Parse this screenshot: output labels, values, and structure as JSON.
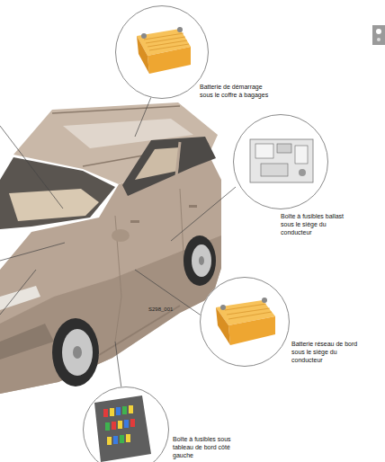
{
  "diagram": {
    "nodes": [
      {
        "text": [
          "Batterie de démarrage sous le coffre à bagages"
        ]
      },
      {
        "text": [
          "Boîte à fusibles ballast sous le siège du conducteur"
        ]
      },
      {
        "text": [
          "Batterie réseau de bord sous le siège du conducteur"
        ]
      },
      {
        "text": [
          "Boîte à fusibles sous tableau de bord côté gauche"
        ]
      }
    ],
    "labels": [
      "S298_001"
    ]
  }
}
